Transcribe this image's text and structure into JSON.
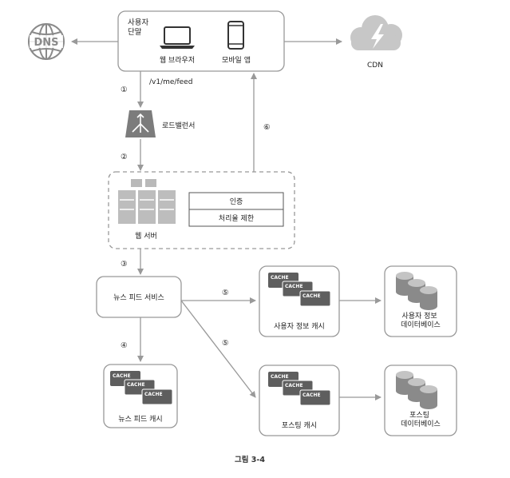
{
  "client": {
    "title": "사용자\n단말",
    "browser_label": "웹 브라우저",
    "mobile_label": "모바일 앱"
  },
  "dns_label": "DNS",
  "cdn_label": "CDN",
  "load_balancer_label": "로드밸런서",
  "web_server": {
    "label": "웹 서버",
    "auth_label": "인증",
    "rate_limit_label": "처리율 제한"
  },
  "news_feed_service_label": "뉴스 피드 서비스",
  "news_feed_cache_label": "뉴스 피드 캐시",
  "user_cache_label": "사용자 정보 캐시",
  "post_cache_label": "포스팅 캐시",
  "user_db_label": "사용자 정보\n데이터베이스",
  "post_db_label": "포스팅\n데이터베이스",
  "cache_tag": "CACHE",
  "request_path": "/v1/me/feed",
  "steps": [
    "①",
    "②",
    "③",
    "④",
    "⑤",
    "⑤",
    "⑥"
  ],
  "caption": "그림 3-4"
}
